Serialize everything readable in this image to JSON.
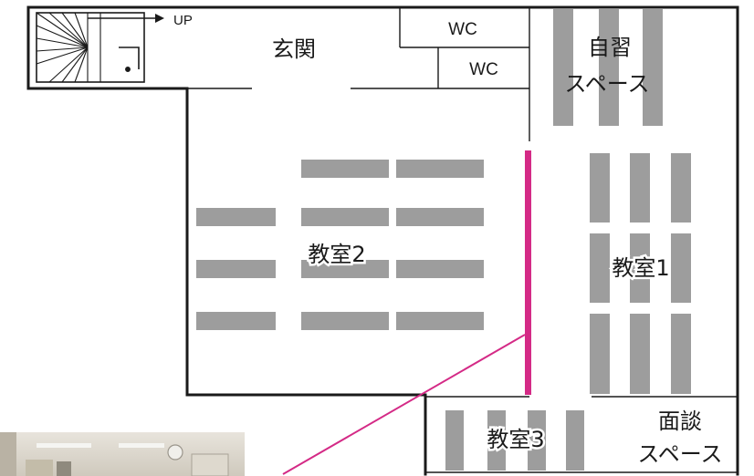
{
  "stairs": {
    "up_label": "UP"
  },
  "rooms": {
    "entrance": "玄関",
    "wc_upper": "WC",
    "wc_lower": "WC",
    "study_line1": "自習",
    "study_line2": "スペース",
    "classroom1": "教室1",
    "classroom2": "教室2",
    "classroom3": "教室3",
    "interview_line1": "面談",
    "interview_line2": "スペース"
  },
  "colors": {
    "wall": "#1a1a1a",
    "desk": "#9d9d9d",
    "partition": "#d42a86",
    "background": "#ffffff",
    "photo_wall": "#d8d3c8"
  }
}
